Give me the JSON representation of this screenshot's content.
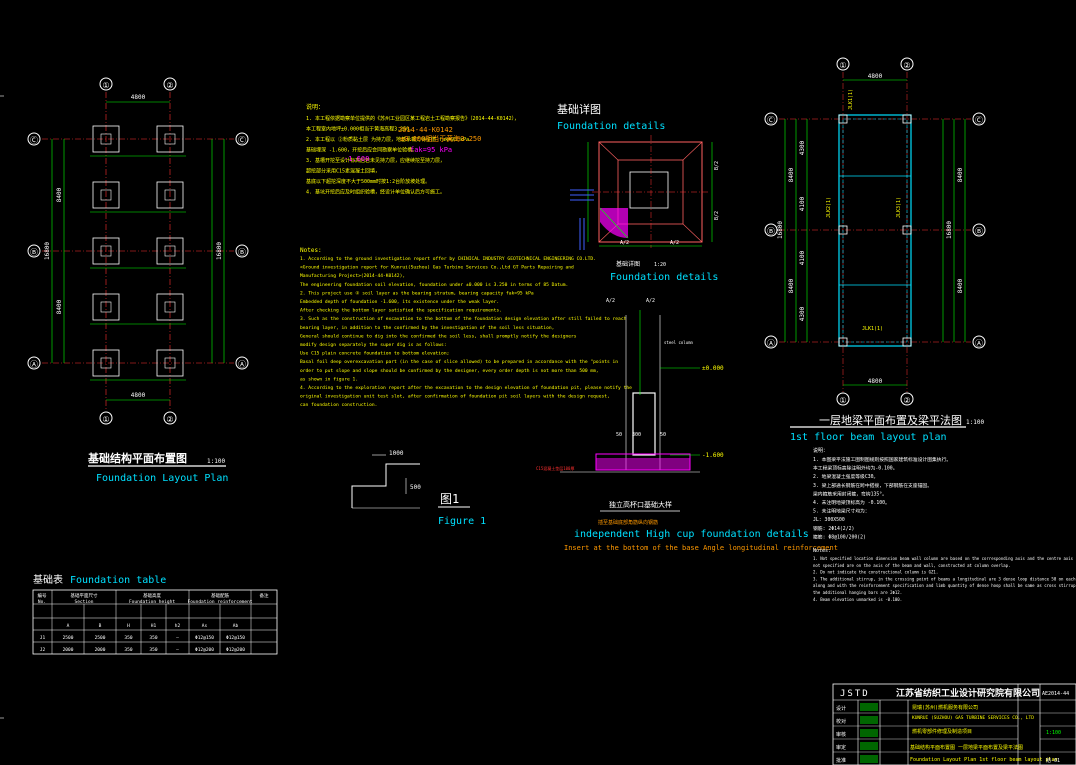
{
  "colors": {
    "bg": "#000000",
    "line": "#ffffff",
    "dim": "#00ff00",
    "title_cyan": "#00e0ff",
    "notes_yellow": "#ffff00",
    "orange": "#ff9900",
    "magenta": "#ff00ff",
    "red": "#ff3030",
    "blue": "#4060ff",
    "axis_circle": "#ffffff"
  },
  "foundation_plan": {
    "axes_top": [
      "①",
      "②"
    ],
    "axes_left": [
      "Ⓒ",
      "Ⓑ",
      "Ⓐ"
    ],
    "dim_top": "4800",
    "dim_left_total": "16800",
    "dim_left_parts": [
      "8400",
      "8400"
    ],
    "title_cn": "基础结构平面布置图",
    "scale": "1:100",
    "title_en": "Foundation Layout Plan"
  },
  "notes_cn": {
    "heading": "说明：",
    "lines": [
      "1. 本工程依据勘察单位提供的《苏州工业园区某工程岩土工程勘察报告》（2014-44-K0142），",
      "   本工程室内地坪±0.000相当于黄海高程3.250。",
      "2. 本工程以 ②粉质黏土层 为持力层，地基承载力特征值 fak=95 kPa",
      "   基础埋深 -1.600，开挖后应会同勘察单位验槽。",
      "3. 基槽开挖至设计标高后若未见持力层，应继续挖至持力层，",
      "   超挖部分采用C15素混凝土回填，",
      "   基底以下超挖深度不大于500mm时按1:2台阶放坡处理。",
      "4. 基坑开挖后应及时组织验槽，经设计单位确认后方可施工。"
    ],
    "value_ref": "2014-44-K0142",
    "value_pm": "±0.000相当于黄海3.250",
    "value_fak": "fak=95 kPa",
    "value_depth": "-1.600"
  },
  "notes_en": {
    "heading": "Notes:",
    "lines": [
      "1. According to the ground investigation report offer by CHINICAL INDUSTRY GEOTECHNICAL ENGINEERING CO.LTD.",
      "   <Ground investigation report for Kunrui(Suzhou) Gas Turbine Services Co.,Ltd GT Parts Repairing and",
      "   Manufacturing Project>(2014-44-K0142),",
      "   The engineering foundation soil elevation, foundation under ±0.000 is 3.250 in terms of 85 Datum.",
      "2. This project use ② soil layer as the bearing stratum, bearing capacity fak=95 kPa",
      "   Embedded depth of foundation -1.600, its existence under the weak layer.",
      "   After checking the bottom layer satisfied the specification requirements.",
      "3. Such as the construction of excavation to the bottom of the foundation design elevation after still failed to reach",
      "   bearing layer, in addition to the confirmed by the investigation of the soil less situation,",
      "   General should continue to dig into the confirmed the soil less, shall promptly notify the designers",
      "   modify design separately the super dig is as follows:",
      "   Use C15 plain concrete foundation to bottom elevation;",
      "   Basal foil deep overexcavation part (in the case of slice allowed) to be prepared in accordance with the \"points in",
      "   order to put slope and slope should be confirmed by the designer, every order depth is not more than 500 mm,",
      "   as shown in figure 1.",
      "4. According to the exploration report after the excavation to the design elevation of foundation pit, please notify the",
      "   original investigation unit test slot, after confirmation of foundation pit soil layers with the design request,",
      "   can foundation construction."
    ]
  },
  "figure1": {
    "label_cn": "图1",
    "label_en": "Figure 1",
    "dim": "1000",
    "dim2": "500"
  },
  "fdetail_top": {
    "title_cn": "基础详图",
    "title_en": "Foundation details",
    "sub_cn": "基础详图",
    "sub_en": "Foundation details",
    "scale": "1:20",
    "dims": [
      "A/2",
      "A/2",
      "B/2",
      "B/2"
    ]
  },
  "cup_detail": {
    "title_cn": "独立高杯口基础大样",
    "title_en": "independent High cup foundation details",
    "sub_cn": "插至基础底部角筋纵向钢筋",
    "sub_en": "Insert at the bottom of the base Angle longitudinal reinforcement",
    "elev_top": "±0.000",
    "elev_bot": "-1.600",
    "note": "steel column",
    "dims": [
      "A/2",
      "A/2",
      "50",
      "300",
      "50"
    ],
    "label": "C15混凝土垫层100厚"
  },
  "foundation_table": {
    "title_cn": "基础表",
    "title_en": "Foundation table",
    "headers_cn": [
      "编号",
      "基础平面尺寸",
      "基础高度",
      "基础配筋",
      "备注"
    ],
    "headers_en": [
      "No.",
      "Section",
      "Foundation height",
      "Foundation reinforcement",
      ""
    ],
    "sub_headers": [
      "",
      "A",
      "B",
      "H",
      "H1",
      "h2",
      "As",
      "Ab",
      ""
    ],
    "rows": [
      [
        "J1",
        "2500",
        "2500",
        "350",
        "350",
        "–",
        "Φ12@150",
        "Φ12@150",
        ""
      ],
      [
        "J2",
        "2000",
        "2000",
        "350",
        "350",
        "–",
        "Φ12@200",
        "Φ12@200",
        ""
      ]
    ]
  },
  "beam_plan": {
    "axes_top": [
      "①",
      "②"
    ],
    "axes_left": [
      "Ⓒ",
      "Ⓑ",
      "Ⓐ"
    ],
    "dim_top": "4800",
    "dim_left_total": "16800",
    "dim_left_parts": [
      "8400",
      "8400",
      "4300",
      "4100",
      "4100",
      "4300"
    ],
    "beam_labels": [
      "JLK1(1)",
      "JLK2(1)",
      "JLK3(1)",
      "JLK1(1)"
    ],
    "title_cn": "一层地梁平面布置及梁平法图",
    "scale": "1:100",
    "title_en": "1st floor beam layout plan"
  },
  "beam_notes_cn": {
    "heading": "说明：",
    "lines": [
      "1. 本图梁平法施工图制图规则按照国家建筑标准设计图集执行。",
      "   本工程梁顶标高除注明外均为-0.100。",
      "2. 地梁混凝土强度等级C30。",
      "3. 梁上部通长钢筋在跨中搭接，下部钢筋在支座锚固。",
      "   梁内箍筋采用封闭箍，弯钩135°。",
      "4. 未注明地梁顶标高为 -0.100。",
      "5. 未注明地梁尺寸均为：",
      "   JL: 300X500",
      "   钢筋: 2Φ14(2/2)",
      "   箍筋: Φ8@100/200(2)"
    ]
  },
  "beam_notes_en": {
    "heading": "Notes:",
    "lines": [
      "1. Not specified location dimension beam wall column are based on the corresponding axis and the centre axis",
      "   not specified are on the axis of the beam and wall, constructed at column overlap.",
      "2. Do not indicate the constructional column is GZ1.",
      "3. The additional stirrup, in the crossing point of beams a longitudinal are 3 dense loop distance 50 on each side",
      "   along and with the reinforcement specification and limb quantity of dense hoop shall be same as cross stirrup,",
      "   the additional hanging bars are 2Φ12.",
      "4. Beam elevation unmarked is -0.100."
    ]
  },
  "title_block": {
    "company_abbr": "JSTD",
    "company_cn": "江苏省纺织工业设计研究院有限公司",
    "project_no": "AE2014-44",
    "client_cn": "昆瑞(苏州)燃机服务有限公司",
    "client_en": "KUNRUI (SUZHOU) GAS TURBINE SERVICES CO., LTD",
    "project_cn": "燃机零部件修理及制造项目",
    "drawing_cn": "基础结构平面布置图 一层地梁平面布置及梁平法图",
    "drawing_en": "Foundation Layout Plan 1st floor beam layout plan",
    "scale_val": "1:100",
    "rows_left": [
      "设计",
      "校对",
      "审核",
      "审定",
      "批准"
    ],
    "sheet": "结-01"
  }
}
